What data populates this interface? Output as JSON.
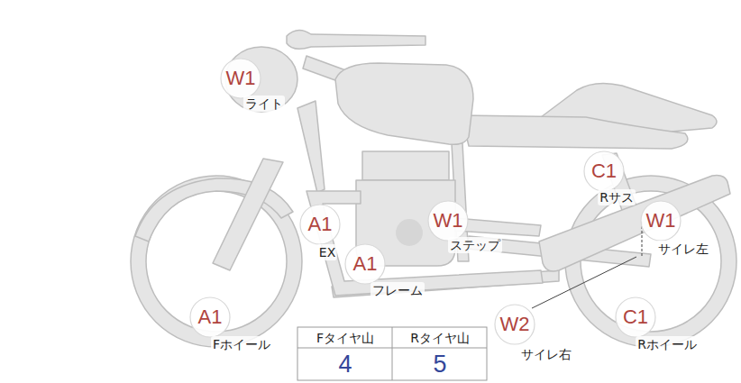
{
  "diagram": {
    "nodes": [
      {
        "text": [
          "W1",
          "ライト"
        ]
      },
      {
        "text": [
          "C1",
          "Rサス"
        ]
      },
      {
        "text": [
          "W1",
          "ステップ"
        ]
      },
      {
        "text": [
          "W1",
          "サイレ左"
        ]
      },
      {
        "text": [
          "A1",
          "EX"
        ]
      },
      {
        "text": [
          "A1",
          "フレーム"
        ]
      },
      {
        "text": [
          "A1",
          "Fホイール"
        ]
      },
      {
        "text": [
          "C1",
          "Rホイール"
        ]
      },
      {
        "text": [
          "W2",
          "サイレ右"
        ]
      }
    ],
    "labels": [
      "Fタイヤ山",
      "Rタイヤ山",
      "4",
      "5"
    ]
  }
}
